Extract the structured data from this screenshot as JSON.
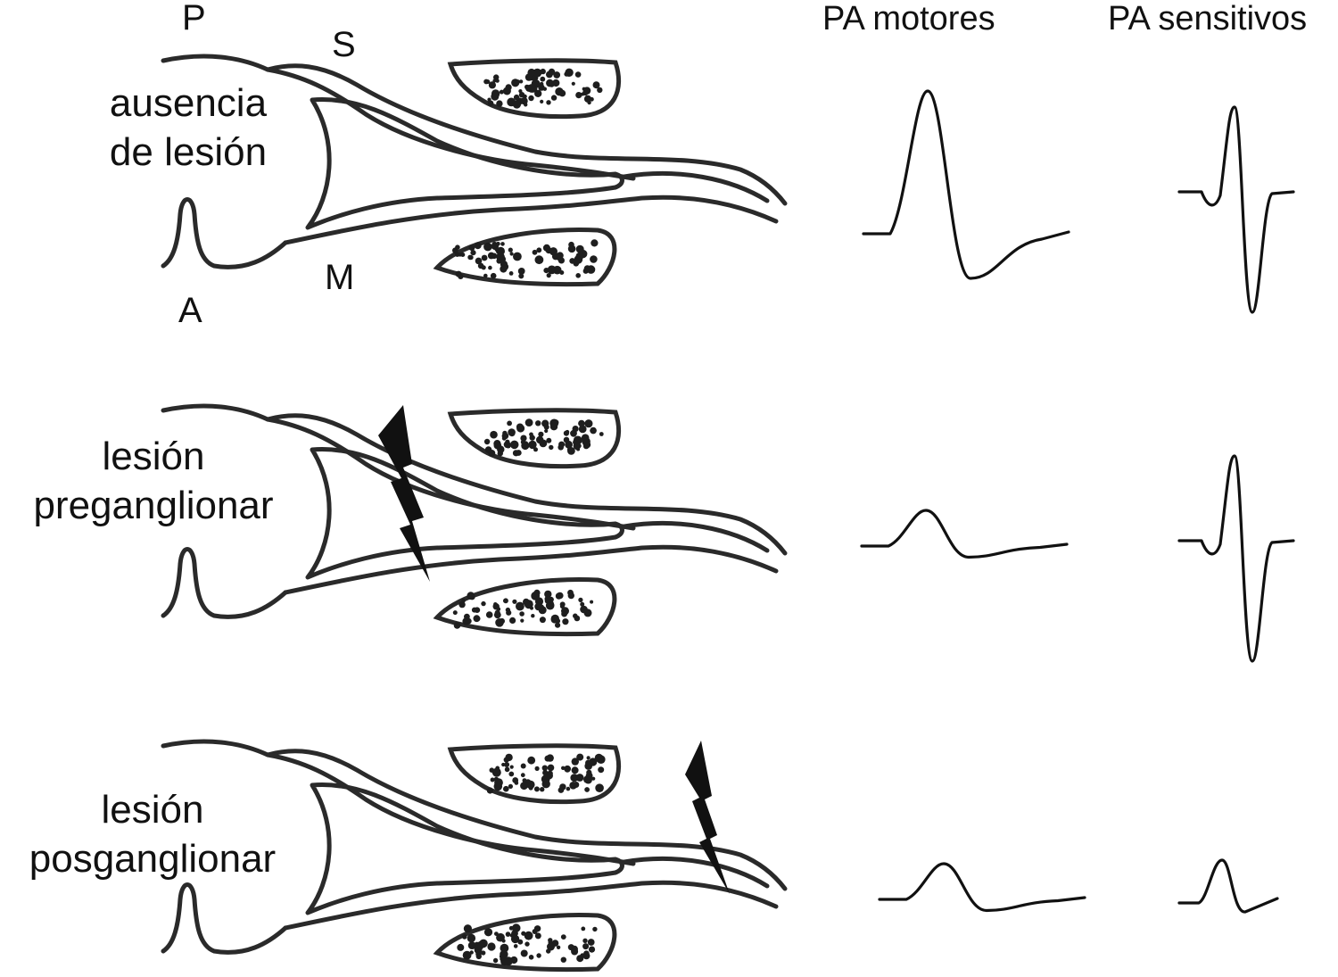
{
  "headers": {
    "motor": "PA motores",
    "sensory": "PA sensitivos"
  },
  "letters": {
    "posterior": "P",
    "anterior": "A",
    "sensory_root": "S",
    "motor_root": "M"
  },
  "rows": [
    {
      "label_line1": "ausencia",
      "label_line2": "de lesión",
      "lesion": "none",
      "motor_amplitude": 1.0,
      "sensory_amplitude": 1.0
    },
    {
      "label_line1": "lesión",
      "label_line2": "preganglionar",
      "lesion": "preganglionic",
      "motor_amplitude": 0.25,
      "sensory_amplitude": 1.0
    },
    {
      "label_line1": "lesión",
      "label_line2": "posganglionar",
      "lesion": "postganglionic",
      "motor_amplitude": 0.25,
      "sensory_amplitude": 0.25
    }
  ],
  "colors": {
    "line": "#2a2a2a",
    "bolt": "#111111",
    "background": "#ffffff"
  },
  "icons": {
    "lesion": "lightning-bolt-icon"
  }
}
